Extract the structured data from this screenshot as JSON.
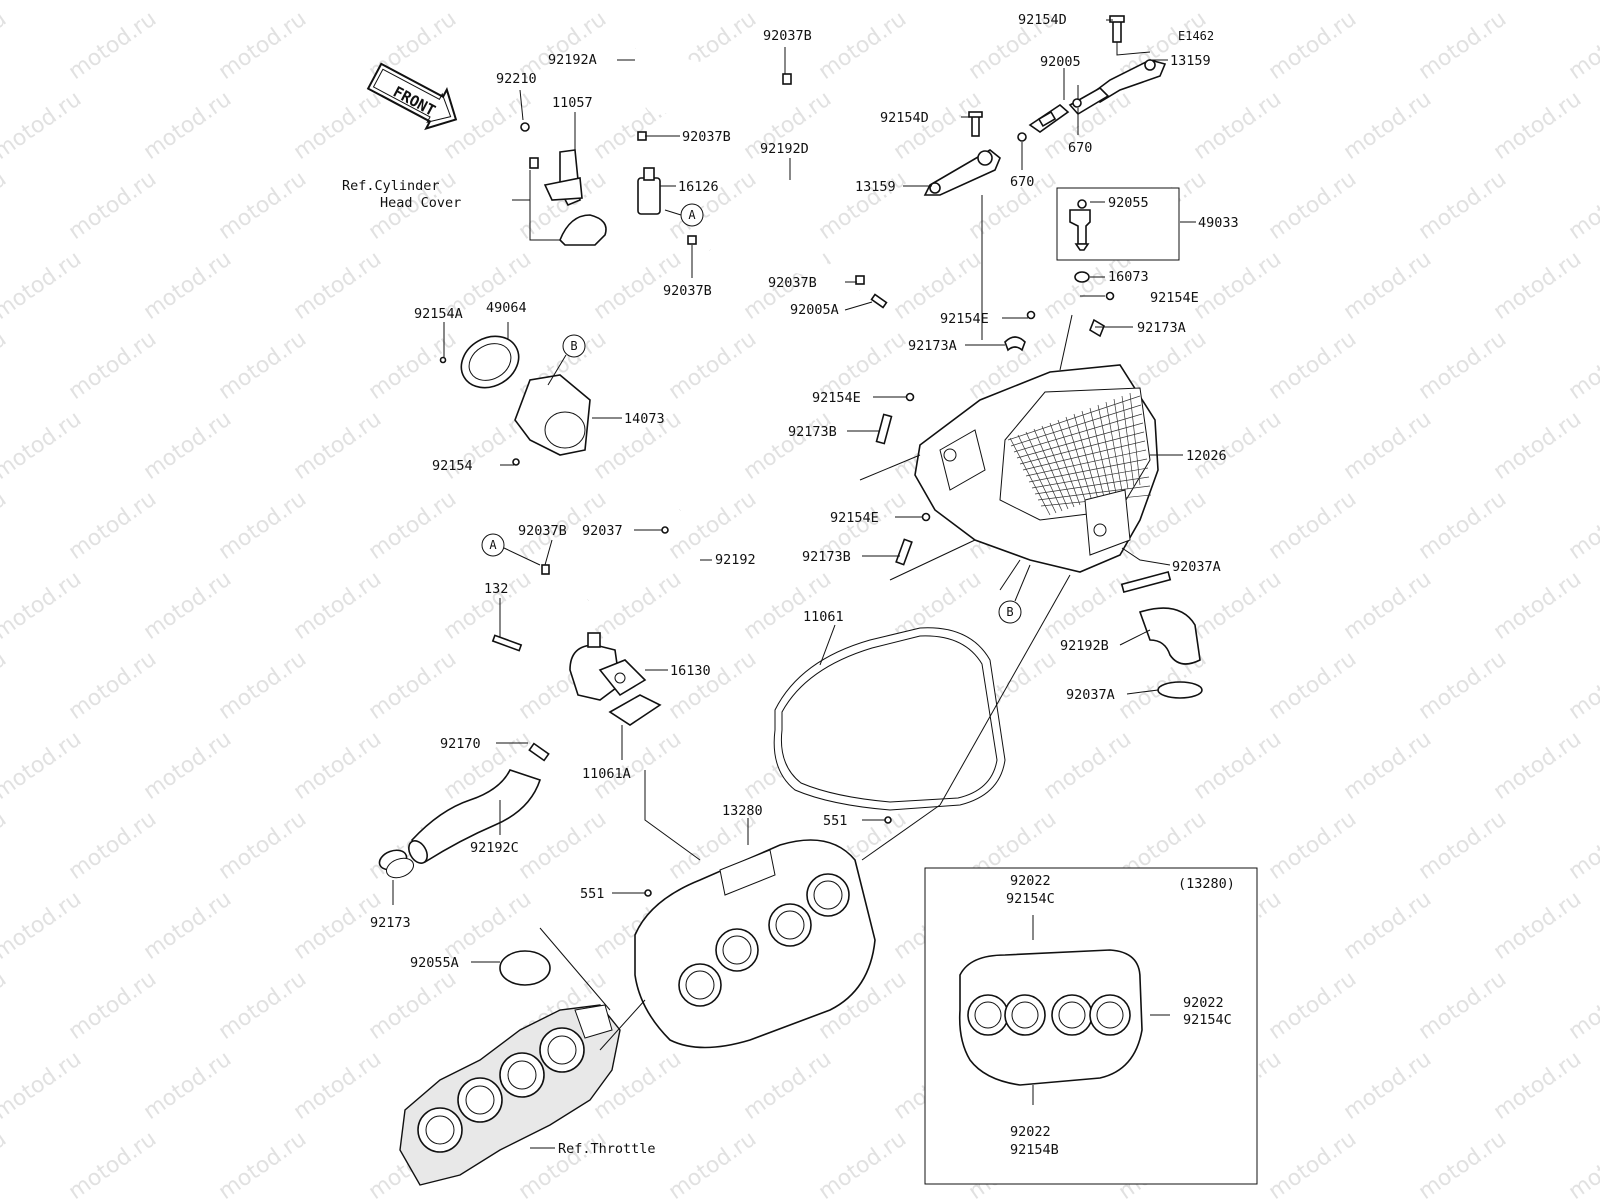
{
  "watermark": "motod.ru",
  "front_label": "FRONT",
  "circle_refs": {
    "a": "A",
    "b": "B"
  },
  "labels": {
    "l_92154D_top": "92154D",
    "l_E1462": "E1462",
    "l_13159_top": "13159",
    "l_92005": "92005",
    "l_92154D_mid": "92154D",
    "l_670_a": "670",
    "l_670_b": "670",
    "l_13159_mid": "13159",
    "l_92055": "92055",
    "l_49033": "49033",
    "l_16073": "16073",
    "l_92154E_a": "92154E",
    "l_92173A_a": "92173A",
    "l_92154E_b": "92154E",
    "l_92173A_b": "92173A",
    "l_92154E_c": "92154E",
    "l_92173B_a": "92173B",
    "l_12026": "12026",
    "l_92154E_d": "92154E",
    "l_92173B_b": "92173B",
    "l_92037A_a": "92037A",
    "l_92192B": "92192B",
    "l_92037A_b": "92037A",
    "l_11061": "11061",
    "l_92192A": "92192A",
    "l_92037B_top": "92037B",
    "l_92210": "92210",
    "l_11057": "11057",
    "l_92037B_b": "92037B",
    "l_ref_cyl_1": "Ref.Cylinder",
    "l_ref_cyl_2": "Head Cover",
    "l_16126": "16126",
    "l_92192D": "92192D",
    "l_92037B_c": "92037B",
    "l_92037B_d": "92037B",
    "l_92005A": "92005A",
    "l_92154A": "92154A",
    "l_49064": "49064",
    "l_14073": "14073",
    "l_92154": "92154",
    "l_92037B_e": "92037B",
    "l_92037": "92037",
    "l_92192": "92192",
    "l_132": "132",
    "l_16130": "16130",
    "l_92170": "92170",
    "l_11061A": "11061A",
    "l_92192C": "92192C",
    "l_92173": "92173",
    "l_13280": "13280",
    "l_551_a": "551",
    "l_551_b": "551",
    "l_92055A": "92055A",
    "l_ref_throttle": "Ref.Throttle",
    "l_inset_13280": "(13280)",
    "l_inset_92022_top": "92022",
    "l_inset_92154C_top": "92154C",
    "l_inset_92022_right": "92022",
    "l_inset_92154C_right": "92154C",
    "l_inset_92022_bot": "92022",
    "l_inset_92154B_bot": "92154B"
  }
}
